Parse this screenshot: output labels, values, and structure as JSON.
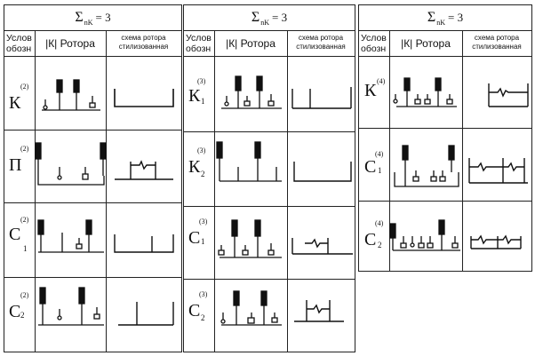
{
  "header": {
    "sigma": "Σ",
    "subscript": "nK",
    "equals": "= 3"
  },
  "columns": {
    "c1": [
      "Услов",
      "обозн"
    ],
    "c2": "|К| Ротора",
    "c3": [
      "схема ротора",
      "стилизованная"
    ]
  },
  "tables": [
    {
      "id": "t1",
      "header": {
        "sigma": "Σ",
        "subscript": "nK",
        "equals": "= 3"
      },
      "rows": [
        {
          "letter": "К",
          "sup": "(2)",
          "sub": ""
        },
        {
          "letter": "П",
          "sup": "(2)",
          "sub": ""
        },
        {
          "letter": "С",
          "sup": "(2)",
          "sub": "1"
        },
        {
          "letter": "С",
          "sup": "(2)",
          "sub": "2"
        }
      ]
    },
    {
      "id": "t2",
      "header": {
        "sigma": "Σ",
        "subscript": "nK",
        "equals": "= 3"
      },
      "rows": [
        {
          "letter": "К",
          "sup": "(3)",
          "sub": "1"
        },
        {
          "letter": "К",
          "sup": "(3)",
          "sub": "2"
        },
        {
          "letter": "С",
          "sup": "(3)",
          "sub": "1"
        },
        {
          "letter": "С",
          "sup": "(3)",
          "sub": "2"
        }
      ]
    },
    {
      "id": "t3",
      "header": {
        "sigma": "Σ",
        "subscript": "nK",
        "equals": "= 3"
      },
      "rows": [
        {
          "letter": "К",
          "sup": "(4)",
          "sub": ""
        },
        {
          "letter": "С",
          "sup": "(4)",
          "sub": "1"
        },
        {
          "letter": "С",
          "sup": "(4)",
          "sub": "2"
        }
      ]
    }
  ]
}
